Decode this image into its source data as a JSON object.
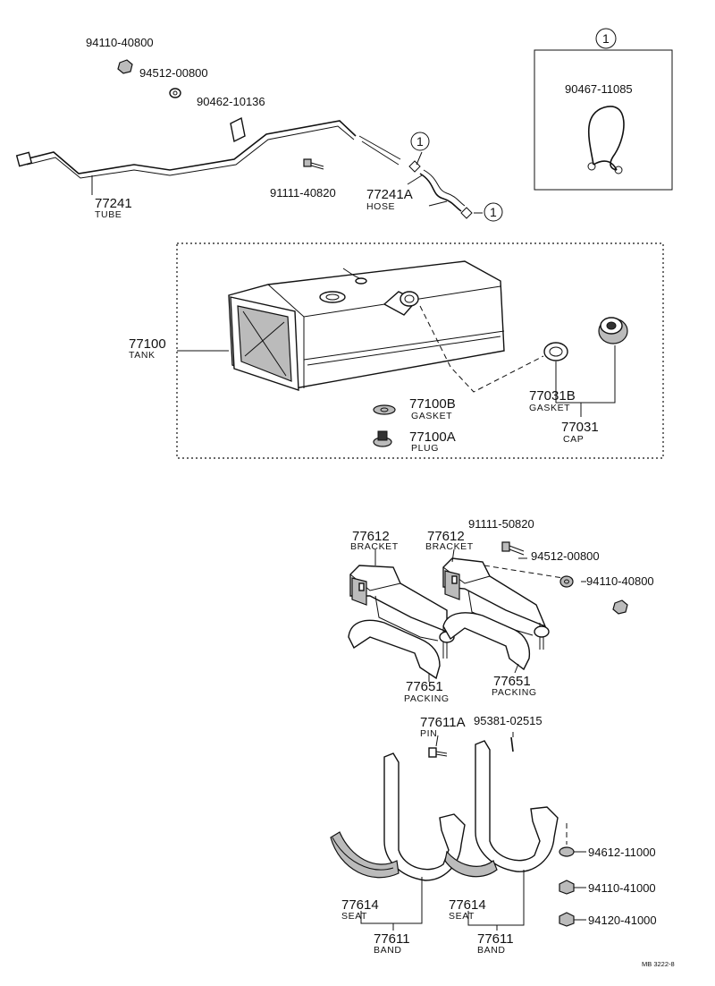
{
  "labels": {
    "p94110_40800_top": "94110-40800",
    "p94512_00800_top": "94512-00800",
    "p90462_10136": "90462-10136",
    "p77241": "77241",
    "tube": "TUBE",
    "p91111_40820": "91111-40820",
    "p77241A": "77241A",
    "hose": "HOSE",
    "circle_one": "1",
    "p90467_11085": "90467-11085",
    "p77100": "77100",
    "tank": "TANK",
    "p77100B": "77100B",
    "gasket": "GASKET",
    "p77100A": "77100A",
    "plug": "PLUG",
    "p77031B": "77031B",
    "p77031": "77031",
    "cap": "CAP",
    "p77612": "77612",
    "bracket": "BRACKET",
    "p91111_50820": "91111-50820",
    "p94512_00800_mid": "94512-00800",
    "p94110_40800_mid": "94110-40800",
    "p77651": "77651",
    "packing": "PACKING",
    "p77611A": "77611A",
    "pin": "PIN",
    "p95381_02515": "95381-02515",
    "p94612_11000": "94612-11000",
    "p94110_41000": "94110-41000",
    "p94120_41000": "94120-41000",
    "p77614": "77614",
    "seat": "SEAT",
    "p77611": "77611",
    "band": "BAND",
    "ref": "MB 3222-8"
  }
}
